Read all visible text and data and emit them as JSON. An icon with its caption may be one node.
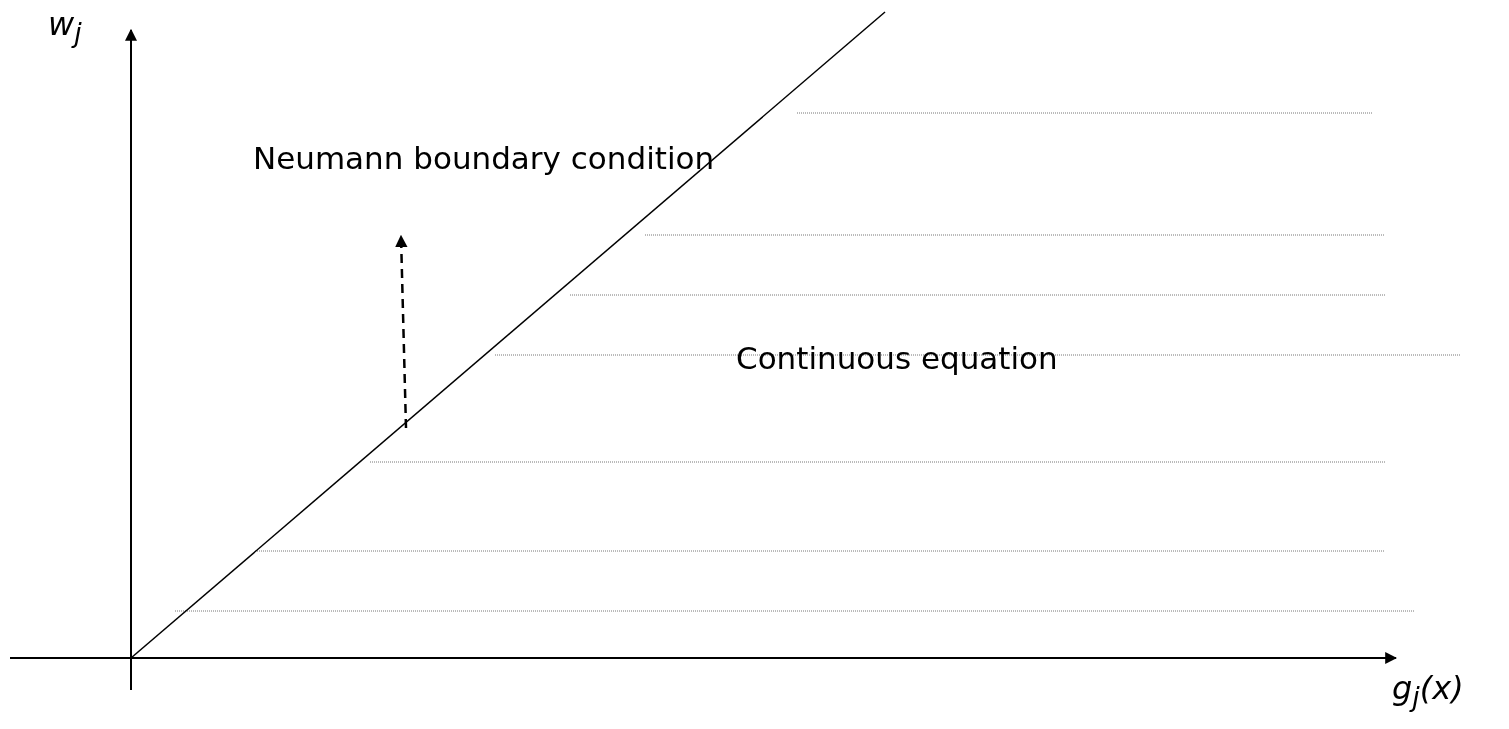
{
  "diagram": {
    "labels": [
      "w$_{j}$",
      "Neumann boundary condition",
      "Continuous equation",
      "g$_{j}$(x)"
    ]
  }
}
